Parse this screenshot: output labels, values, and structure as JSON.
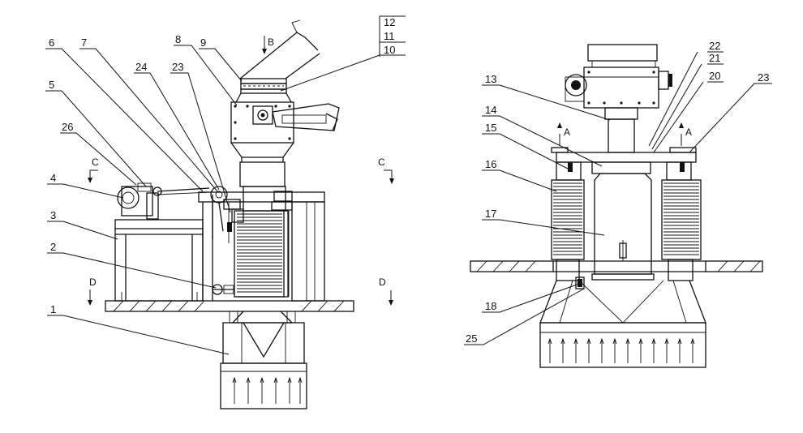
{
  "left_view": {
    "part_labels": [
      "12",
      "11",
      "10",
      "9",
      "8",
      "6",
      "7",
      "24",
      "23",
      "5",
      "26",
      "4",
      "3",
      "2",
      "1"
    ],
    "section_labels": {
      "b": "B",
      "c_left": "C",
      "c_right": "C",
      "d_left": "D",
      "d_right": "D"
    }
  },
  "right_view": {
    "part_labels": [
      "22",
      "21",
      "20",
      "23",
      "13",
      "14",
      "15",
      "16",
      "17",
      "18",
      "25"
    ],
    "section_labels": {
      "a_left": "A",
      "a_right": "A"
    }
  }
}
